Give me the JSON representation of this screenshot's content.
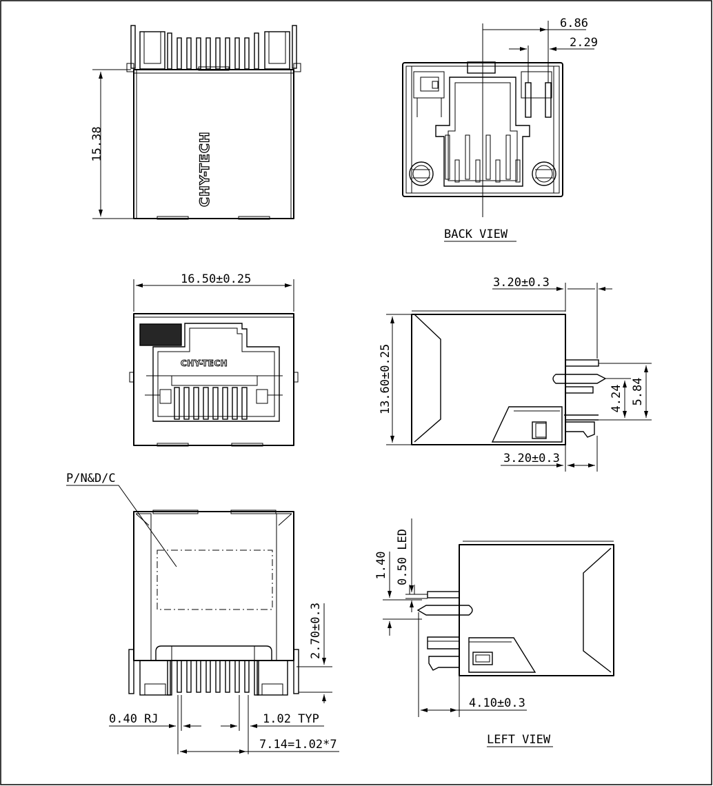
{
  "brand": "CHY-TECH",
  "views": {
    "top": {
      "dim_height": "15.38"
    },
    "back": {
      "label": "BACK VIEW",
      "dim_a": "6.86",
      "dim_b": "2.29"
    },
    "front": {
      "dim_width": "16.50±0.25"
    },
    "side": {
      "dim_top": "3.20±0.3",
      "dim_height": "13.60±0.25",
      "dim_pin1": "4.24",
      "dim_pin2": "5.84",
      "dim_bottom": "3.20±0.3"
    },
    "bottom": {
      "label_pn": "P/N&D/C",
      "dim_standoff": "2.70±0.3",
      "dim_rj": "0.40 RJ",
      "dim_typ": "1.02 TYP",
      "dim_pitch": "7.14=1.02*7"
    },
    "left": {
      "label": "LEFT VIEW",
      "dim_a": "1.40",
      "dim_b": "0.50 LED",
      "dim_depth": "4.10±0.3"
    }
  }
}
